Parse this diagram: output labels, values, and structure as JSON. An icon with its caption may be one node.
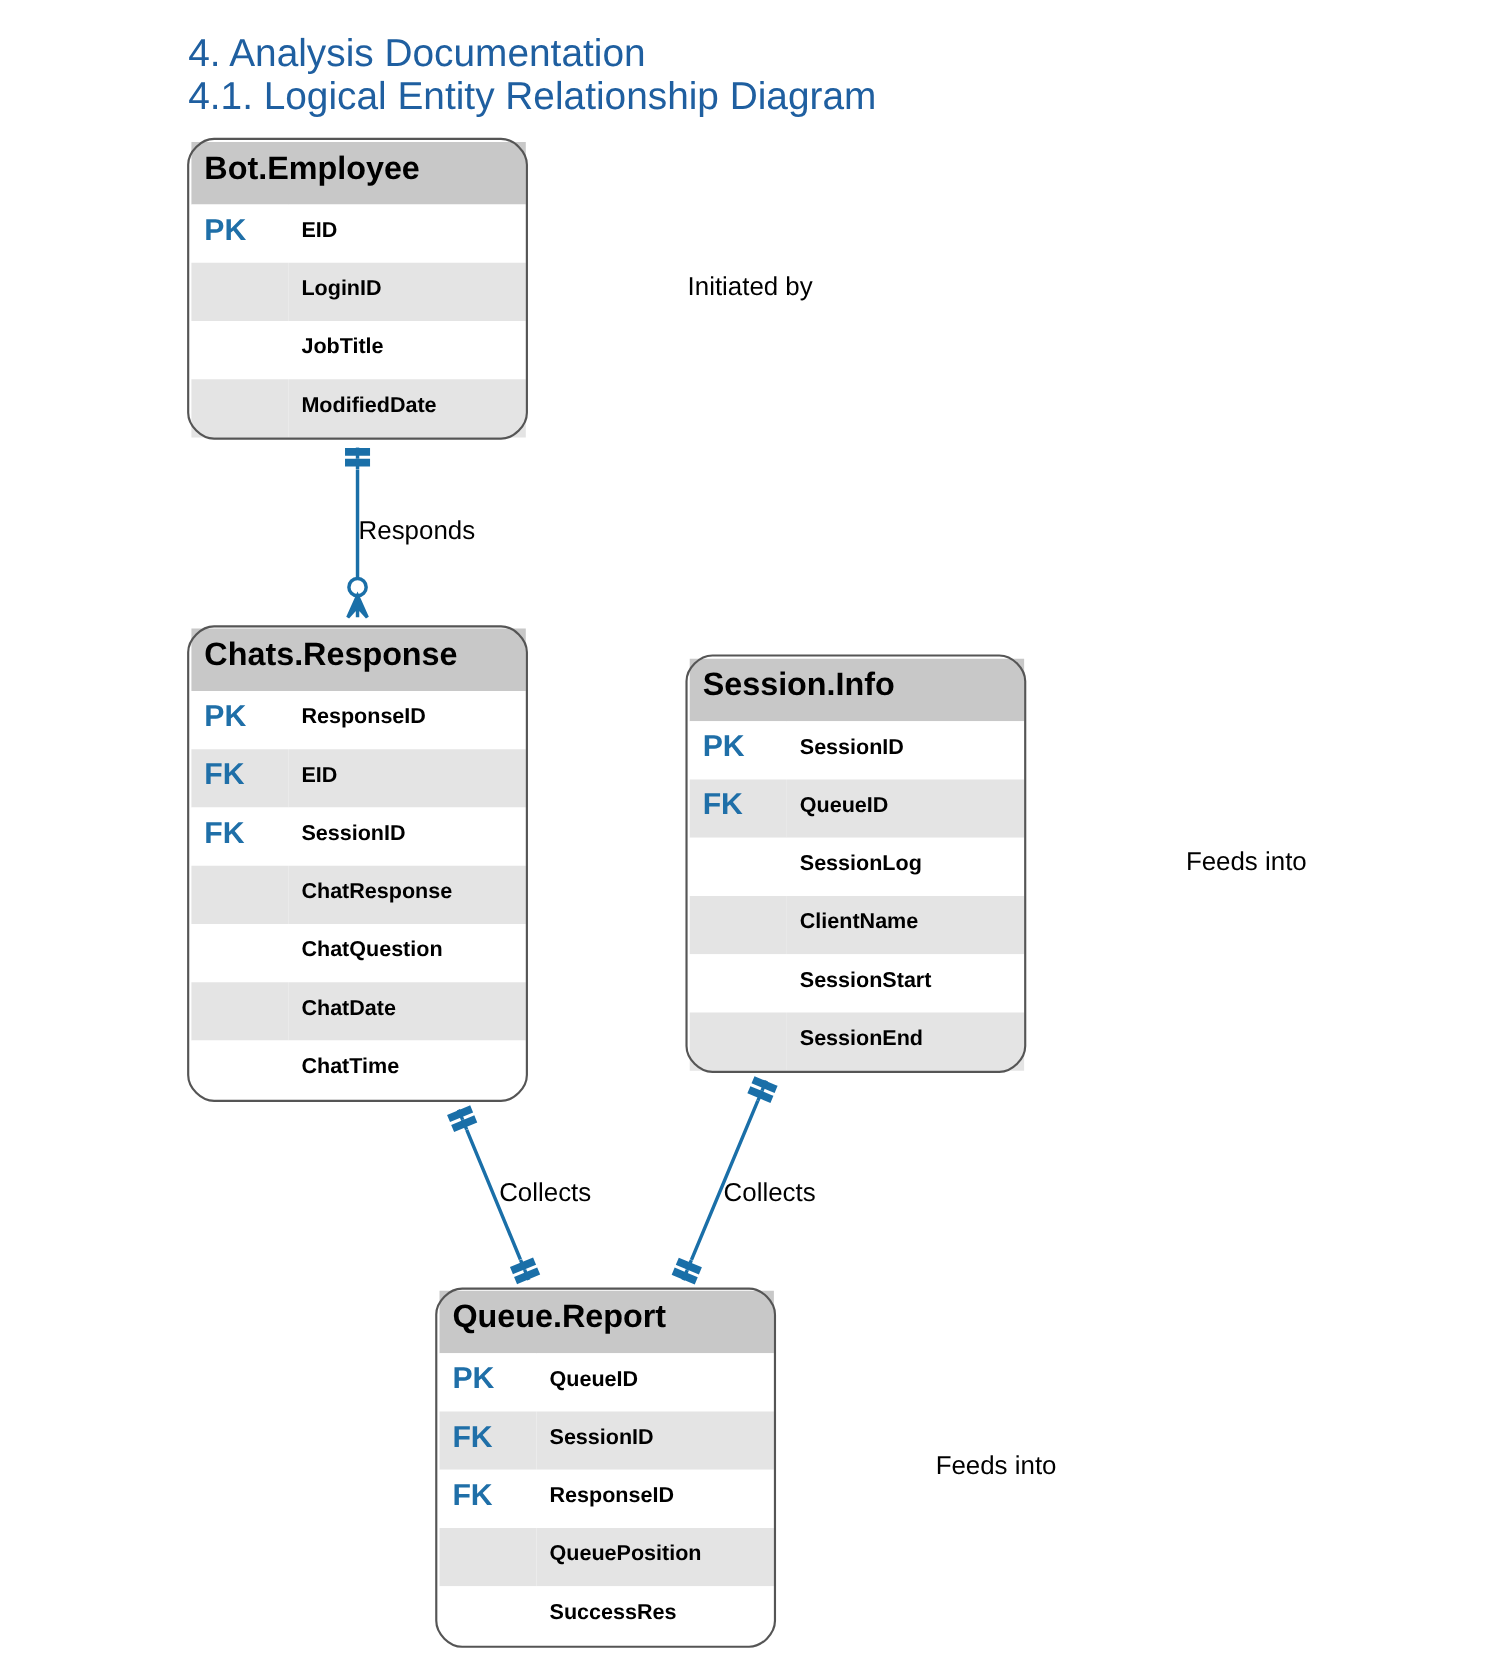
{
  "diagram": {
    "title": "4. Analysis Documentation",
    "caption": "4.1. Logical Entity Relationship Diagram",
    "nodes": [
      {
        "text": [
          "Bot.Employee",
          "PK",
          "EID",
          "LoginID",
          "JobTitle",
          "ModifiedDate"
        ]
      },
      {
        "text": [
          "Chats.Response",
          "PK",
          "ResponseID",
          "FK",
          "EID",
          "FK",
          "SessionID",
          "ChatResponse",
          "ChatQuestion",
          "ChatDate",
          "ChatTime"
        ]
      },
      {
        "text": [
          "Session.Info",
          "PK",
          "SessionID",
          "FK",
          "QueueID",
          "SessionLog",
          "ClientName",
          "SessionStart",
          "SessionEnd"
        ]
      },
      {
        "text": [
          "Queue.Report",
          "PK",
          "QueueID",
          "FK",
          "SessionID",
          "FK",
          "ResponseID",
          "QueuePosition",
          "SuccessRes"
        ]
      }
    ],
    "edges": [
      {
        "from": 0,
        "to": 1,
        "arrow": "other",
        "label": "Responds"
      },
      {
        "from": 2,
        "to": 3,
        "arrow": "other",
        "label": "Collects"
      },
      {
        "from": 1,
        "to": 3,
        "arrow": "other",
        "label": "Collects"
      }
    ],
    "labels": [
      "Initiated by",
      "Feeds into",
      "Feeds into"
    ]
  }
}
